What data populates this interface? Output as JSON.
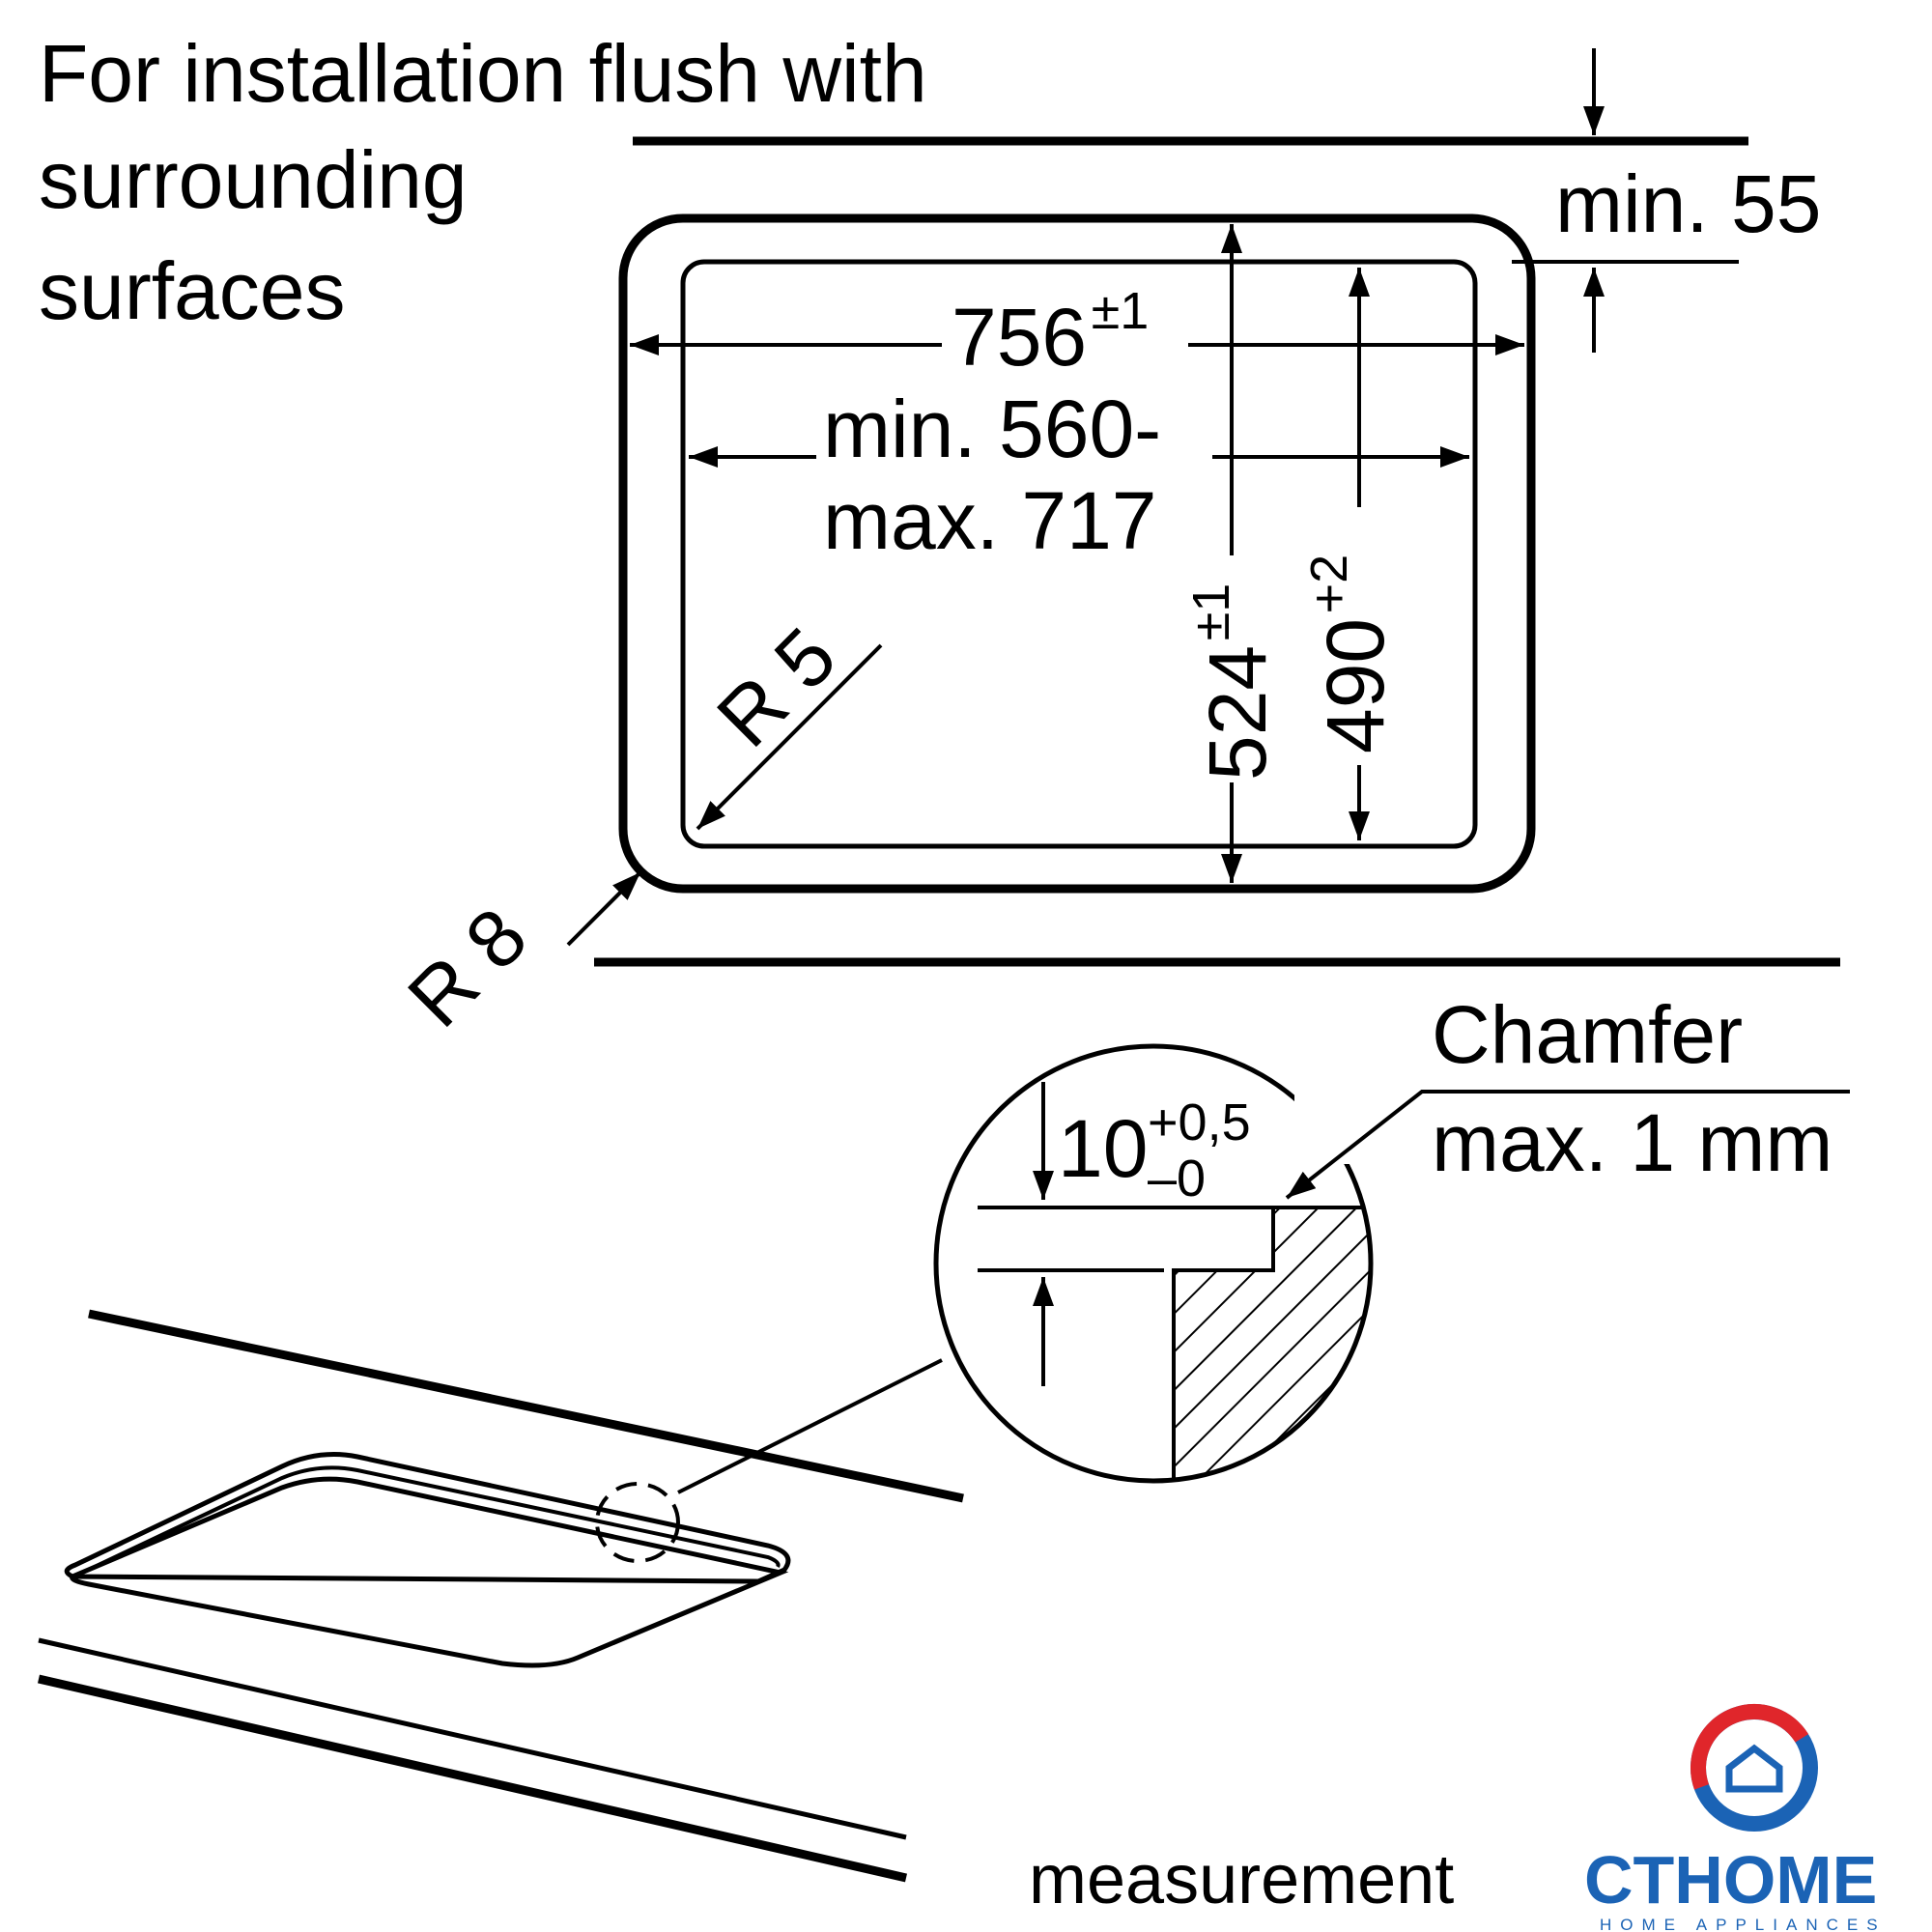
{
  "diagram": {
    "heading_lines": [
      "For installation flush with",
      "surrounding",
      "surfaces"
    ],
    "top_view": {
      "min_distance_label": "min. 55",
      "outer_width": {
        "value": "756",
        "tolerance": "±1"
      },
      "inner_width_lines": [
        "min. 560-",
        "max. 717"
      ],
      "outer_depth": {
        "value": "524",
        "tolerance": "±1"
      },
      "inner_depth": {
        "value": "490",
        "tolerance": "+2"
      },
      "inner_radius_label": "R 5",
      "outer_radius_label": "R 8"
    },
    "detail_view": {
      "depth": {
        "value": "10",
        "tol_upper": "+0,5",
        "tol_lower": "–0"
      },
      "chamfer_lines": [
        "Chamfer",
        "max. 1 mm"
      ]
    }
  },
  "logo": {
    "word": "measurement",
    "brand": "CTHOME",
    "tagline": "HOME APPLIANCES",
    "colors": {
      "red": "#e0262b",
      "blue": "#1b63b5",
      "text": "#111111"
    }
  }
}
